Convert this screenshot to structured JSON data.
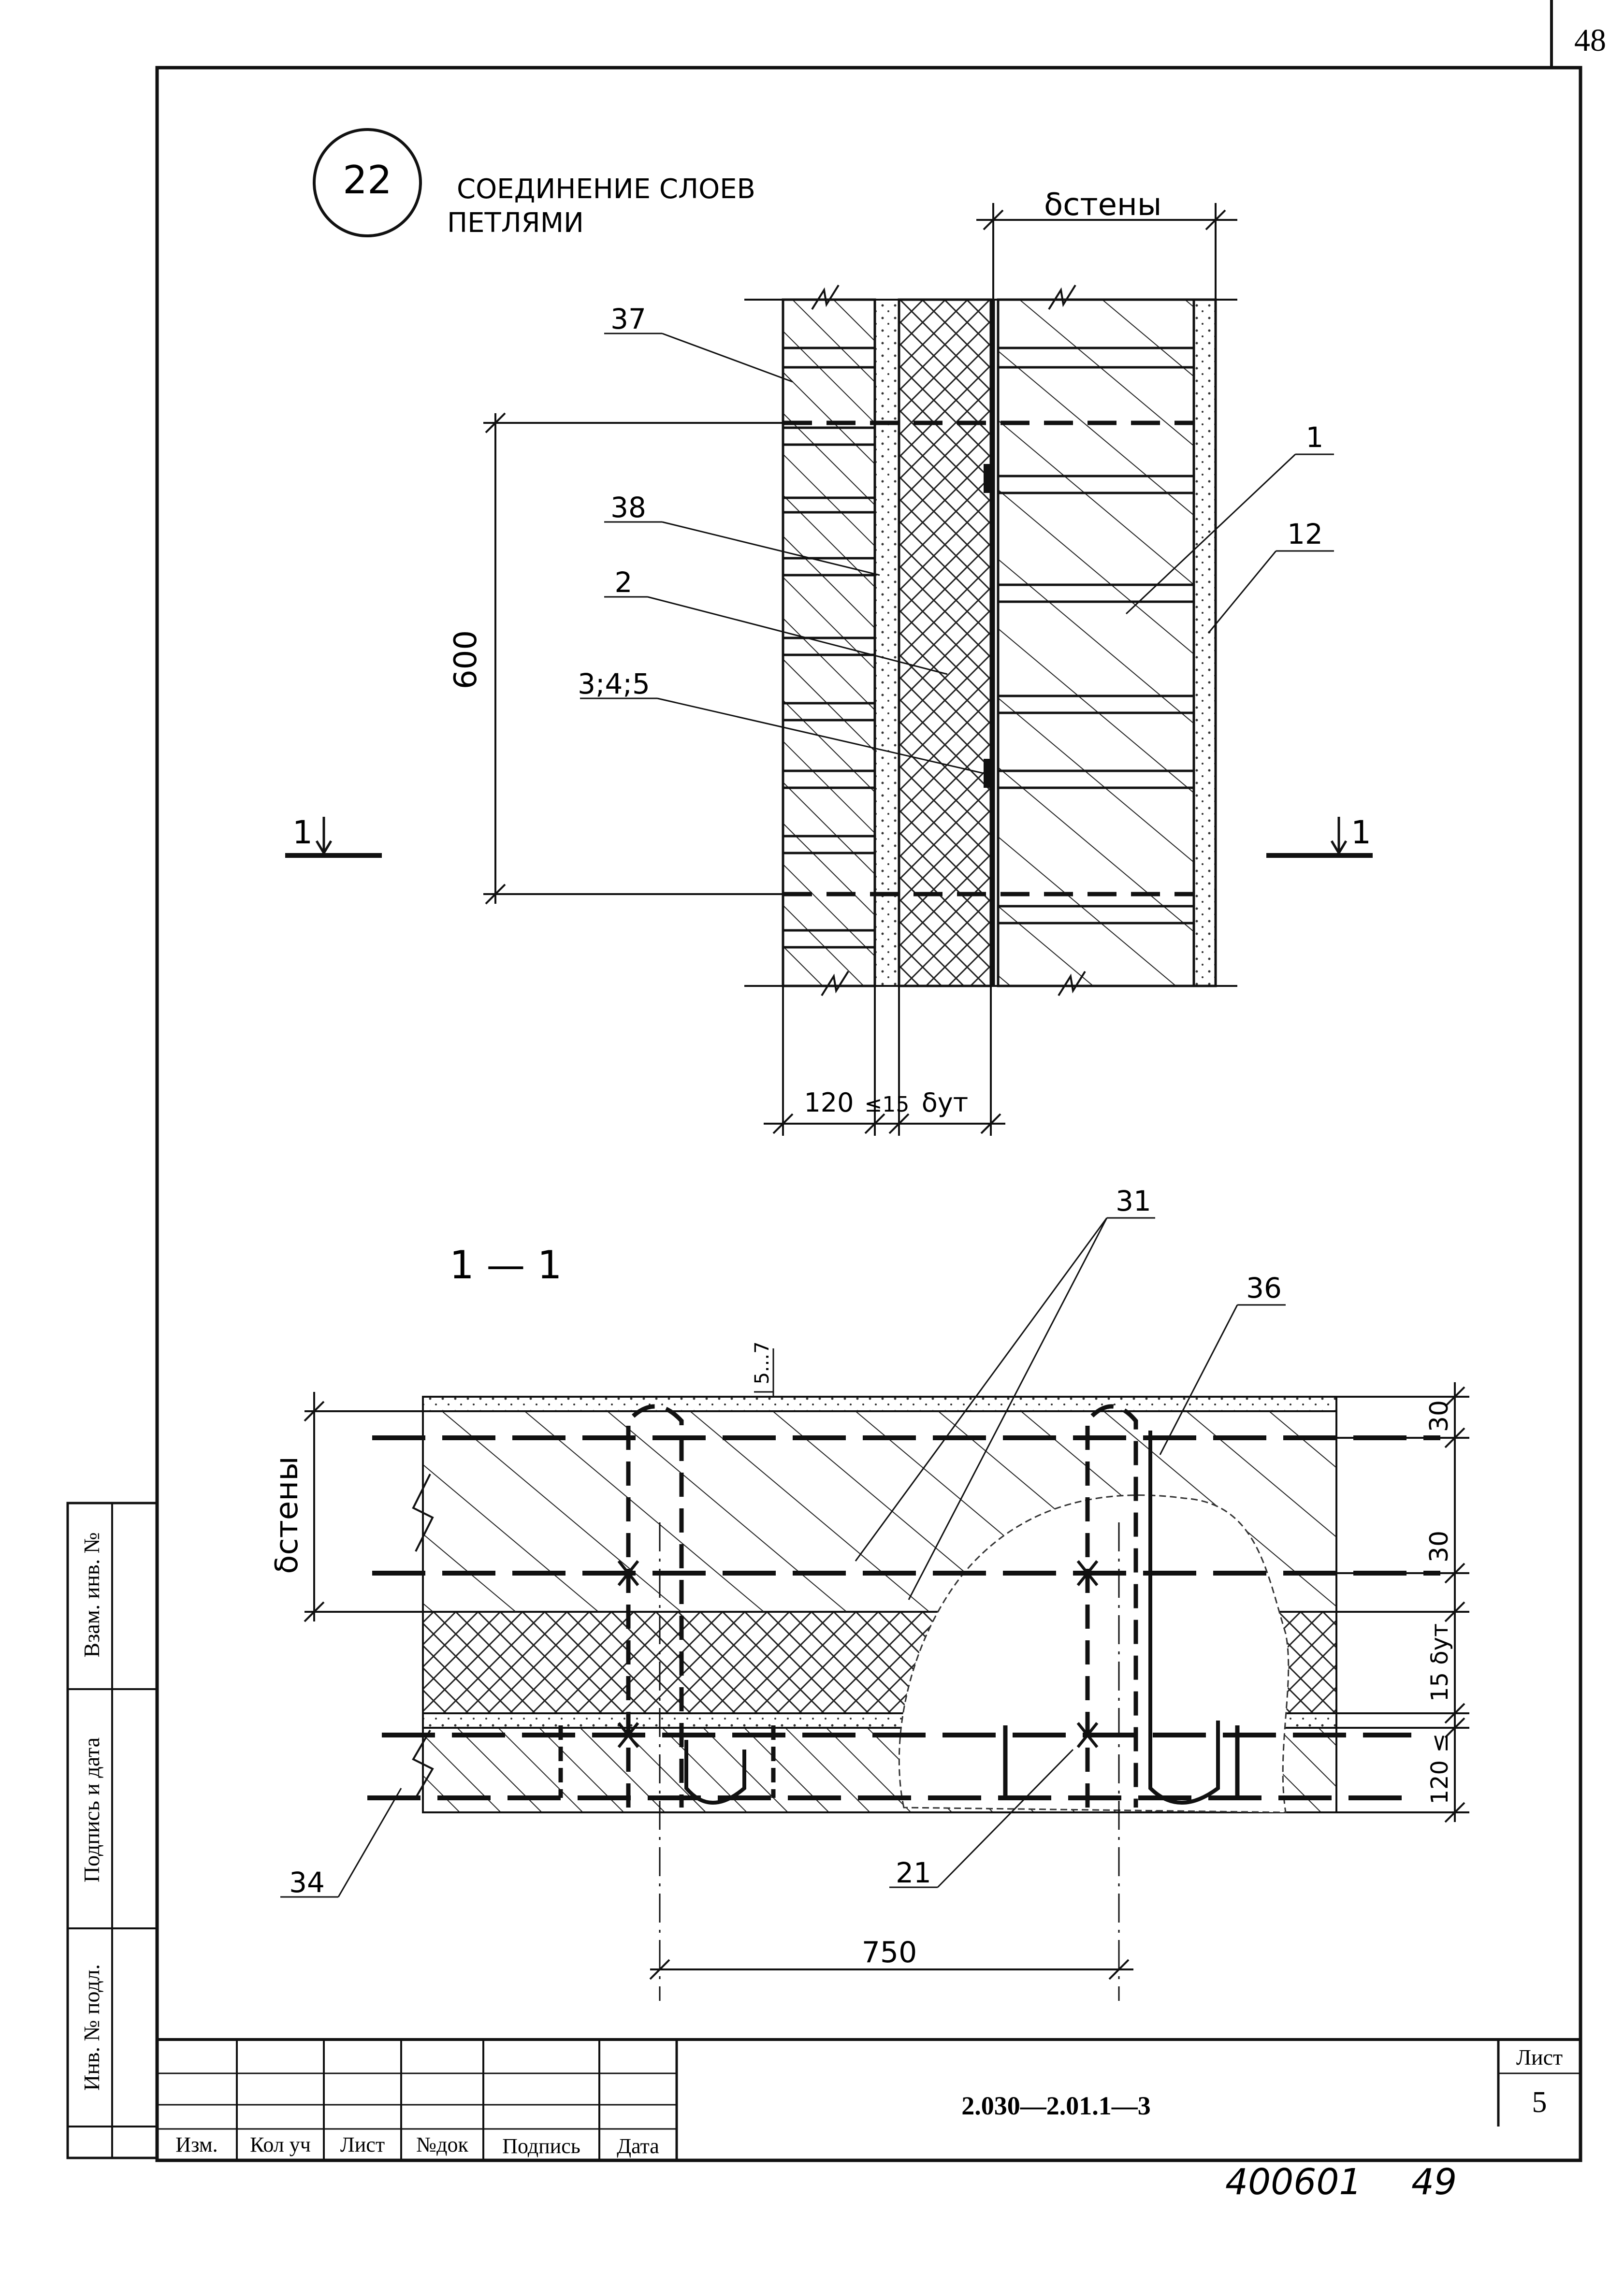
{
  "sheet_corner_number": "48",
  "detail": {
    "number": "22",
    "title_line1": "СОЕДИНЕНИЕ СЛОЕВ",
    "title_line2": "ПЕТЛЯМИ"
  },
  "upper_section": {
    "dim_wall_thickness": "δстены",
    "dim_height": "600",
    "dim_bottom_120": "120",
    "dim_bottom_15": "≤15",
    "dim_bottom_insul": "δут",
    "section_mark_left": "1",
    "section_mark_right": "1",
    "callouts": [
      "37",
      "38",
      "2",
      "3;4;5",
      "1",
      "12"
    ]
  },
  "section_1_1": {
    "title": "1 — 1",
    "dim_wall_thickness": "δстены",
    "dim_right_30_top": "30",
    "dim_right_30_mid": "30",
    "dim_right_insul": "15 δут",
    "dim_right_bottom": "120 ≤",
    "dim_750": "750",
    "callouts": [
      "31",
      "36",
      "5...7",
      "34",
      "21"
    ]
  },
  "side_stamp": {
    "cells": [
      "Взам. инв. №",
      "Подпись и дата",
      "Инв. № подл."
    ]
  },
  "title_block": {
    "headers": [
      "Изм.",
      "Кол уч",
      "Лист",
      "№док",
      "Подпись",
      "Дата"
    ],
    "code": "2.030—2.01.1—3",
    "sheet_label": "Лист",
    "sheet_number": "5"
  },
  "footer_handwritten": {
    "code": "400601",
    "number": "49"
  }
}
